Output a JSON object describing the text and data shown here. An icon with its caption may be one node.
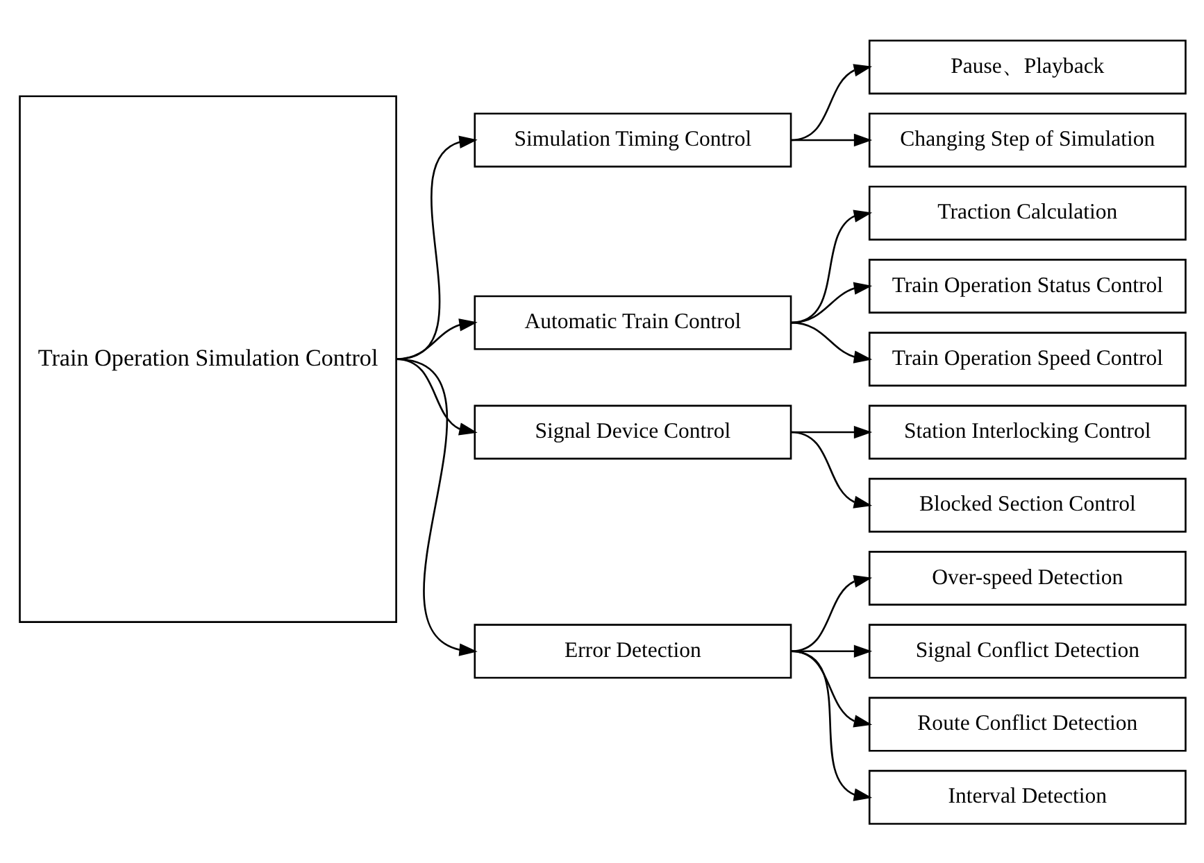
{
  "diagram": {
    "nodes": [
      {
        "text": [
          "Train Operation Simulation Control"
        ]
      },
      {
        "text": [
          "Simulation Timing Control"
        ]
      },
      {
        "text": [
          "Pause、Playback"
        ]
      },
      {
        "text": [
          "Changing Step of Simulation"
        ]
      },
      {
        "text": [
          "Automatic Train Control"
        ]
      },
      {
        "text": [
          "Traction Calculation"
        ]
      },
      {
        "text": [
          "Train Operation Status Control"
        ]
      },
      {
        "text": [
          "Train Operation Speed Control"
        ]
      },
      {
        "text": [
          "Signal Device Control"
        ]
      },
      {
        "text": [
          "Station Interlocking Control"
        ]
      },
      {
        "text": [
          "Blocked Section Control"
        ]
      },
      {
        "text": [
          "Error Detection"
        ]
      },
      {
        "text": [
          "Over-speed Detection"
        ]
      },
      {
        "text": [
          "Signal Conflict Detection"
        ]
      },
      {
        "text": [
          "Route Conflict Detection"
        ]
      },
      {
        "text": [
          "Interval Detection"
        ]
      }
    ],
    "edges": [
      {
        "from": 0,
        "to": 1,
        "arrow": "to"
      },
      {
        "from": 1,
        "to": 2,
        "arrow": "to"
      },
      {
        "from": 1,
        "to": 3,
        "arrow": "to"
      },
      {
        "from": 0,
        "to": 4,
        "arrow": "to"
      },
      {
        "from": 4,
        "to": 5,
        "arrow": "to"
      },
      {
        "from": 4,
        "to": 6,
        "arrow": "to"
      },
      {
        "from": 4,
        "to": 7,
        "arrow": "to"
      },
      {
        "from": 0,
        "to": 8,
        "arrow": "to"
      },
      {
        "from": 8,
        "to": 9,
        "arrow": "to"
      },
      {
        "from": 8,
        "to": 10,
        "arrow": "to"
      },
      {
        "from": 0,
        "to": 11,
        "arrow": "to"
      },
      {
        "from": 11,
        "to": 12,
        "arrow": "to"
      },
      {
        "from": 11,
        "to": 13,
        "arrow": "to"
      },
      {
        "from": 11,
        "to": 14,
        "arrow": "to"
      },
      {
        "from": 11,
        "to": 15,
        "arrow": "to"
      }
    ]
  }
}
